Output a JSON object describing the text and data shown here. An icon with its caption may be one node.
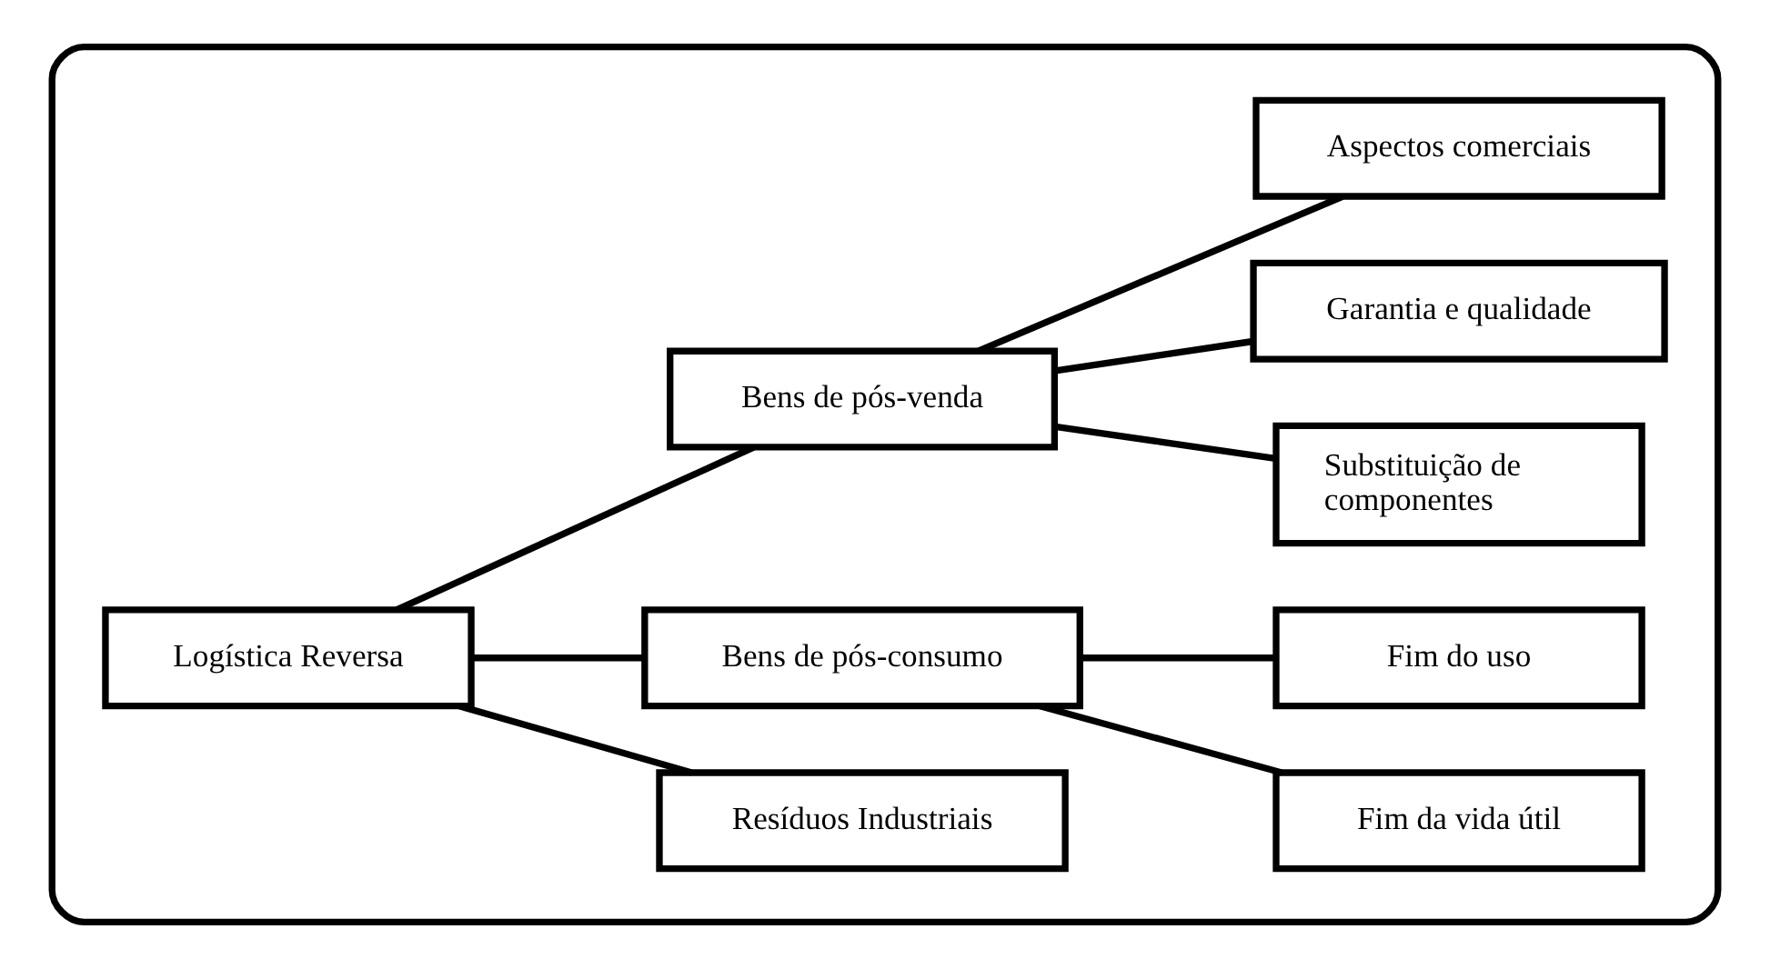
{
  "diagram": {
    "nodes": [
      {
        "text": [],
        "shape": "box"
      },
      {
        "text": [
          "Logística Reversa"
        ],
        "in": 0
      },
      {
        "text": [
          "Bens de pós-venda"
        ],
        "in": 0
      },
      {
        "text": [
          "Bens de pós-consumo"
        ],
        "in": 0
      },
      {
        "text": [
          "Resíduos Industriais"
        ],
        "in": 0
      },
      {
        "text": [
          "Aspectos comerciais"
        ],
        "in": 0
      },
      {
        "text": [
          "Garantia e qualidade"
        ],
        "in": 0
      },
      {
        "text": [
          "Substituição de componentes"
        ],
        "in": 0
      },
      {
        "text": [
          "Fim do uso"
        ],
        "in": 0
      },
      {
        "text": [
          "Fim da vida útil"
        ],
        "in": 0
      }
    ],
    "edges": [
      {
        "from": 1,
        "to": 2,
        "arrow": "none"
      },
      {
        "from": 1,
        "to": 3,
        "arrow": "none"
      },
      {
        "from": 1,
        "to": 4,
        "arrow": "none"
      },
      {
        "from": 2,
        "to": 5,
        "arrow": "none"
      },
      {
        "from": 2,
        "to": 6,
        "arrow": "none"
      },
      {
        "from": 2,
        "to": 7,
        "arrow": "none"
      },
      {
        "from": 3,
        "to": 8,
        "arrow": "none"
      },
      {
        "from": 3,
        "to": 9,
        "arrow": "none"
      }
    ]
  }
}
